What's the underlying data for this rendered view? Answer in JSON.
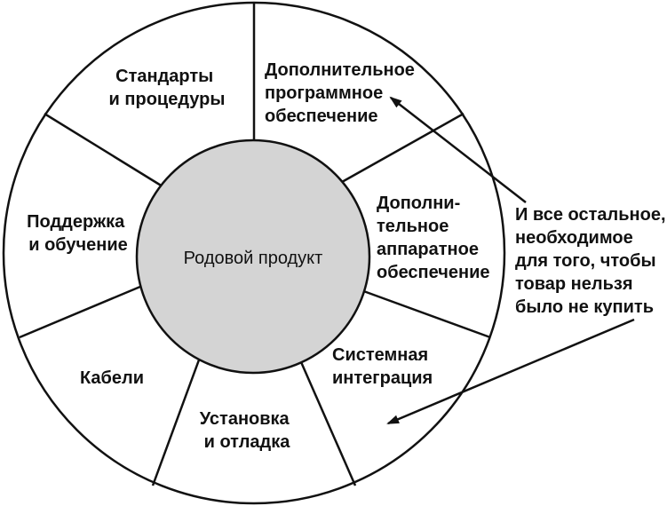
{
  "center": {
    "label": "Родовой продукт"
  },
  "segments": [
    {
      "id": "standards",
      "lines": [
        "Стандарты",
        "и процедуры"
      ]
    },
    {
      "id": "software",
      "lines": [
        "Дополнительное",
        "программное",
        "обеспечение"
      ]
    },
    {
      "id": "hardware",
      "lines": [
        "Дополни-",
        "тельное",
        "аппаратное",
        "обеспечение"
      ]
    },
    {
      "id": "integration",
      "lines": [
        "Системная",
        "интеграция"
      ]
    },
    {
      "id": "install",
      "lines": [
        "Установка",
        "и отладка"
      ]
    },
    {
      "id": "cables",
      "lines": [
        "Кабели"
      ]
    },
    {
      "id": "support",
      "lines": [
        "Поддержка",
        "и обучение"
      ]
    }
  ],
  "note": {
    "lines": [
      "И все остальное,",
      "необходимое",
      "для того, чтобы",
      "товар нельзя",
      "было не купить"
    ]
  },
  "colors": {
    "center_fill": "#d4d4d4",
    "stroke": "#111111",
    "background": "#ffffff"
  }
}
